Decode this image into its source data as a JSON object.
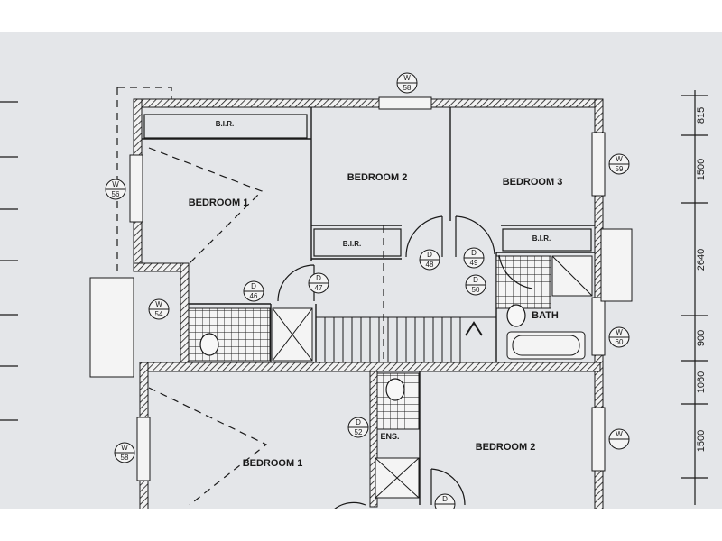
{
  "rooms": {
    "bedroom1_upper": "BEDROOM 1",
    "bedroom2_upper": "BEDROOM 2",
    "bedroom3": "BEDROOM 3",
    "bath": "BATH",
    "bedroom1_lower": "BEDROOM 1",
    "bedroom2_lower": "BEDROOM 2",
    "ens": "ENS."
  },
  "robes": {
    "bir1": "B.I.R.",
    "bir2": "B.I.R.",
    "bir3": "B.I.R."
  },
  "windows": {
    "w58_top": {
      "letter": "W",
      "num": "58"
    },
    "w56": {
      "letter": "W",
      "num": "56"
    },
    "w59": {
      "letter": "W",
      "num": "59"
    },
    "w54": {
      "letter": "W",
      "num": "54"
    },
    "w60": {
      "letter": "W",
      "num": "60"
    },
    "w58_lower": {
      "letter": "W",
      "num": "58"
    },
    "w_right_lower": {
      "letter": "W",
      "num": ""
    }
  },
  "doors": {
    "d46": {
      "letter": "D",
      "num": "46"
    },
    "d47": {
      "letter": "D",
      "num": "47"
    },
    "d48": {
      "letter": "D",
      "num": "48"
    },
    "d49": {
      "letter": "D",
      "num": "49"
    },
    "d50": {
      "letter": "D",
      "num": "50"
    },
    "d52": {
      "letter": "D",
      "num": "52"
    },
    "d_lower": {
      "letter": "D",
      "num": ""
    }
  },
  "dimensions": [
    "815",
    "1500",
    "2640",
    "900",
    "1060",
    "1500"
  ],
  "colors": {
    "paper": "#e4e6e9",
    "ink": "#1a1a1a",
    "border": "#ffffff"
  }
}
